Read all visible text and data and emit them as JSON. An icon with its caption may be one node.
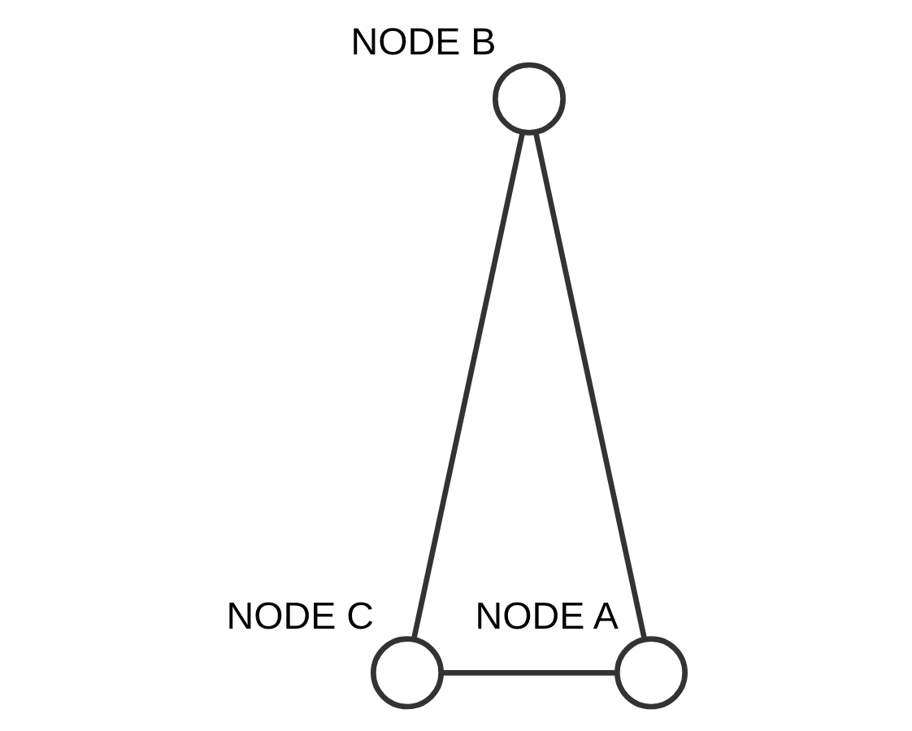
{
  "diagram": {
    "nodes": [
      {
        "text": [
          "NODE B"
        ]
      },
      {
        "text": [
          "NODE C"
        ]
      },
      {
        "text": [
          "NODE A"
        ]
      }
    ],
    "edges": [
      {
        "from": 2,
        "to": 0,
        "arrow": "none"
      },
      {
        "from": 0,
        "to": 1,
        "arrow": "none"
      },
      {
        "from": 1,
        "to": 2,
        "arrow": "none"
      }
    ]
  }
}
